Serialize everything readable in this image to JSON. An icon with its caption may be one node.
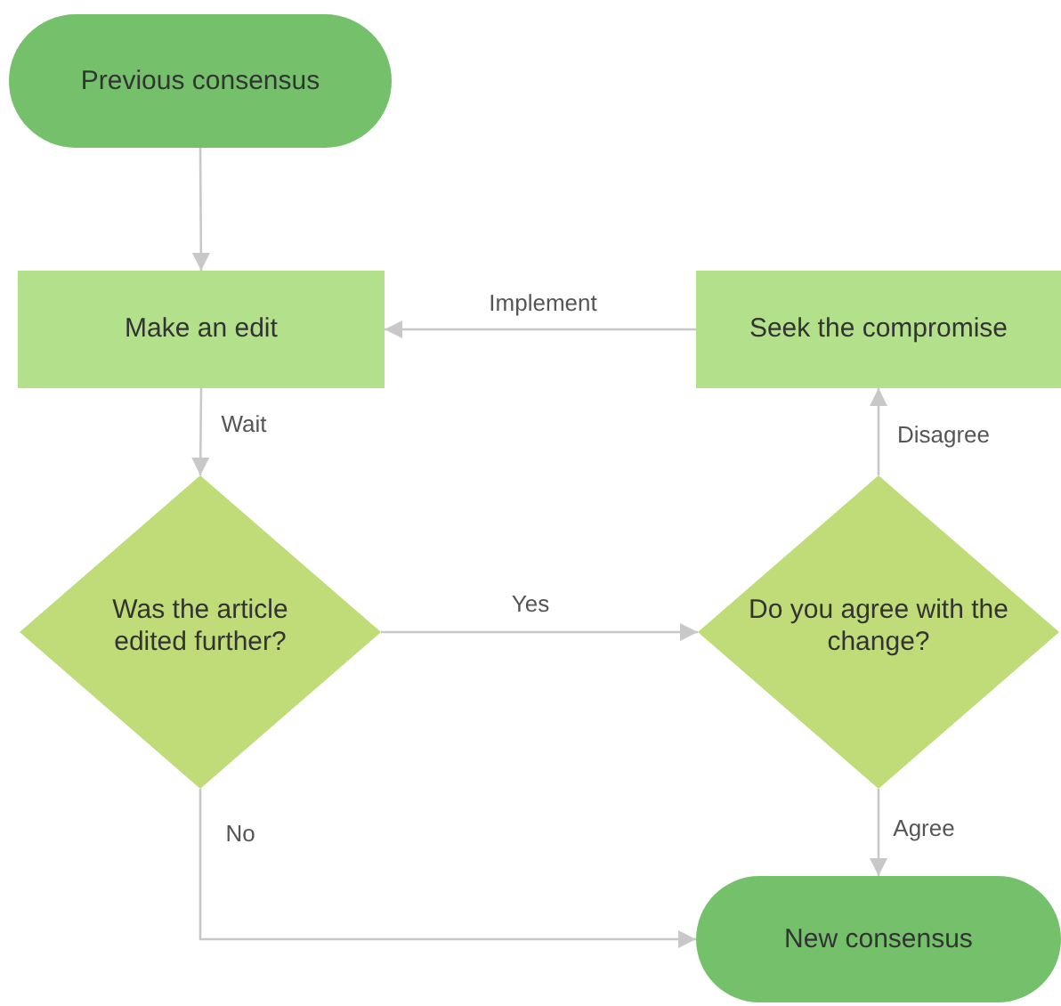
{
  "diagram": {
    "nodes": [
      {
        "text": [
          "Previous consensus"
        ]
      },
      {
        "text": [
          "Make an edit"
        ]
      },
      {
        "text": [
          "Seek the compromise"
        ]
      },
      {
        "text": [
          "Was the article edited further?"
        ]
      },
      {
        "text": [
          "Do you agree with the change?"
        ]
      },
      {
        "text": [
          "New consensus"
        ]
      }
    ],
    "edges": [
      {
        "from": 0,
        "to": 1,
        "arrow": "to"
      },
      {
        "from": 2,
        "to": 1,
        "arrow": "to",
        "label": "Implement"
      },
      {
        "from": 1,
        "to": 3,
        "arrow": "to",
        "label": "Wait"
      },
      {
        "from": 3,
        "to": 4,
        "arrow": "to",
        "label": "Yes"
      },
      {
        "from": 4,
        "to": 2,
        "arrow": "to",
        "label": "Disagree"
      },
      {
        "from": 4,
        "to": 5,
        "arrow": "to",
        "label": "Agree"
      },
      {
        "from": 3,
        "to": 5,
        "arrow": "to",
        "label": "No"
      }
    ]
  }
}
